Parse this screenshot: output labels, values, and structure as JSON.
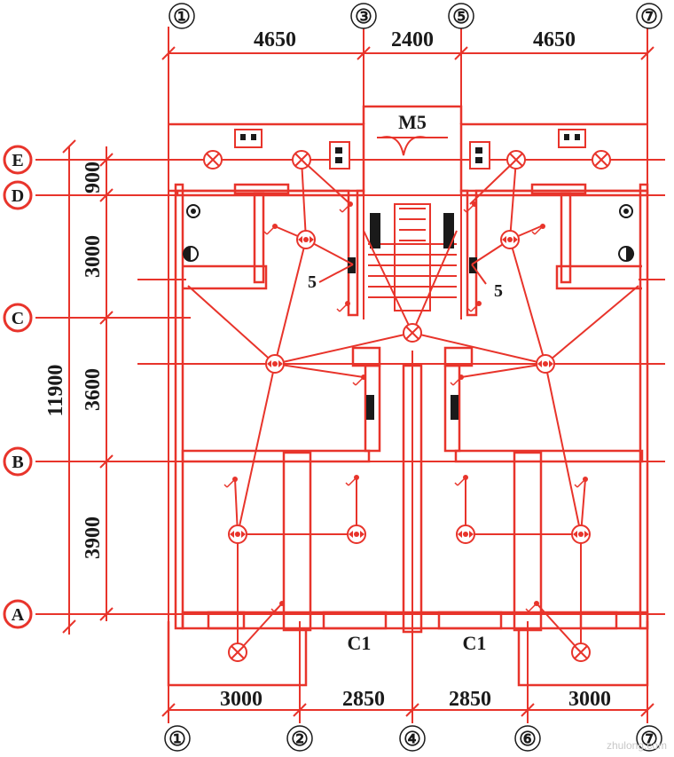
{
  "axes_top": [
    "①",
    "③",
    "⑤",
    "⑦"
  ],
  "axes_bottom": [
    "①",
    "②",
    "④",
    "⑥",
    "⑦"
  ],
  "axes_left": [
    "E",
    "D",
    "C",
    "B",
    "A"
  ],
  "dims_top": [
    "4650",
    "2400",
    "4650"
  ],
  "dims_bottom": [
    "3000",
    "2850",
    "2850",
    "3000"
  ],
  "dims_left": [
    "900",
    "3000",
    "3600",
    "3900"
  ],
  "dim_total": "11900",
  "labels": {
    "door": "M5",
    "window_left": "C1",
    "window_right": "C1",
    "switch_count_left": "5",
    "switch_count_right": "5"
  },
  "watermark": "zhulong.com",
  "colors": {
    "line": "#e8342b",
    "text": "#1a1a1a"
  }
}
